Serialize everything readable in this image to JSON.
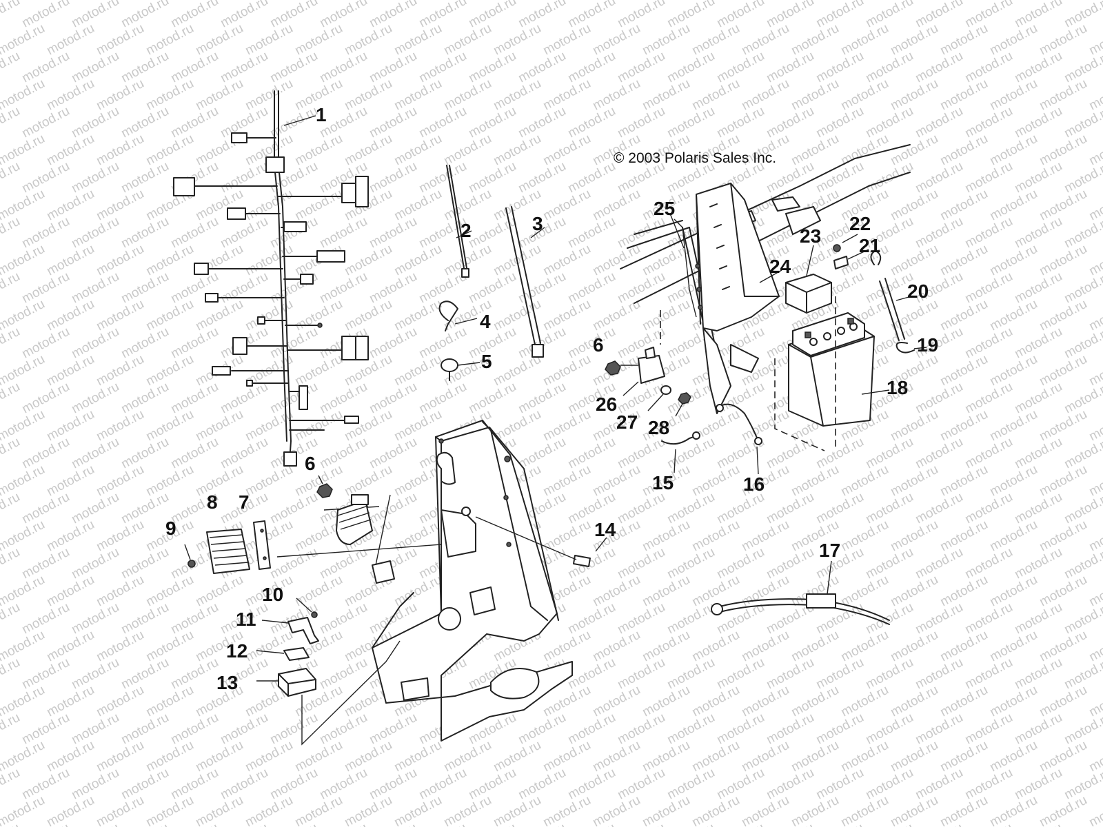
{
  "watermark": {
    "text": "motod.ru"
  },
  "copyright": "© 2003 Polaris Sales Inc.",
  "callouts": [
    "1",
    "2",
    "3",
    "4",
    "5",
    "6",
    "6",
    "7",
    "8",
    "9",
    "10",
    "11",
    "12",
    "13",
    "14",
    "15",
    "16",
    "17",
    "18",
    "19",
    "20",
    "21",
    "22",
    "23",
    "24",
    "25",
    "26",
    "27",
    "28"
  ],
  "colors": {
    "ink": "#222222",
    "watermark": "#c9c9c9",
    "background": "#ffffff"
  }
}
